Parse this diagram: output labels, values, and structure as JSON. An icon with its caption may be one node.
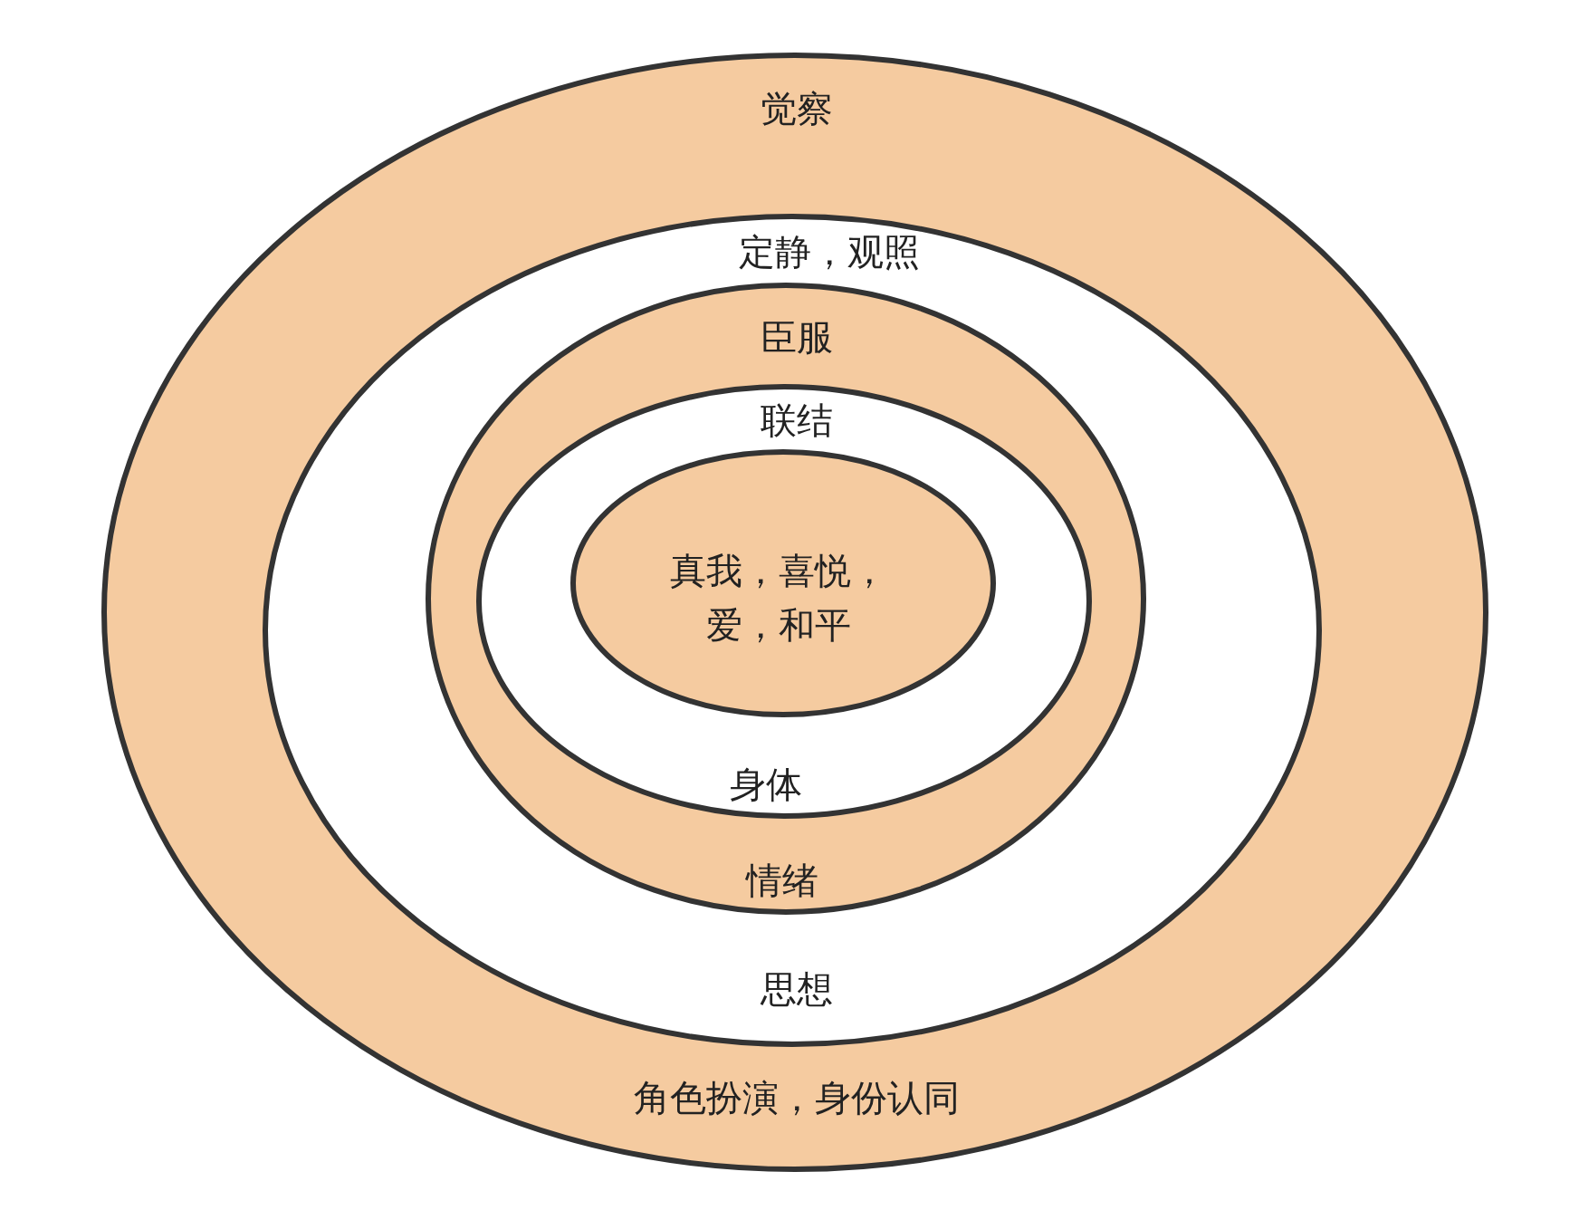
{
  "diagram": {
    "nodes": [
      {
        "text": [
          "觉察",
          "角色扮演，身份认同"
        ]
      },
      {
        "text": [
          "定静，观照",
          "思想"
        ],
        "in": 0
      },
      {
        "text": [
          "臣服",
          "情绪"
        ],
        "in": 1
      },
      {
        "text": [
          "联结",
          "身体"
        ],
        "in": 2
      },
      {
        "text": [
          "真我，喜悦，爱，和平"
        ],
        "in": 3
      }
    ]
  }
}
